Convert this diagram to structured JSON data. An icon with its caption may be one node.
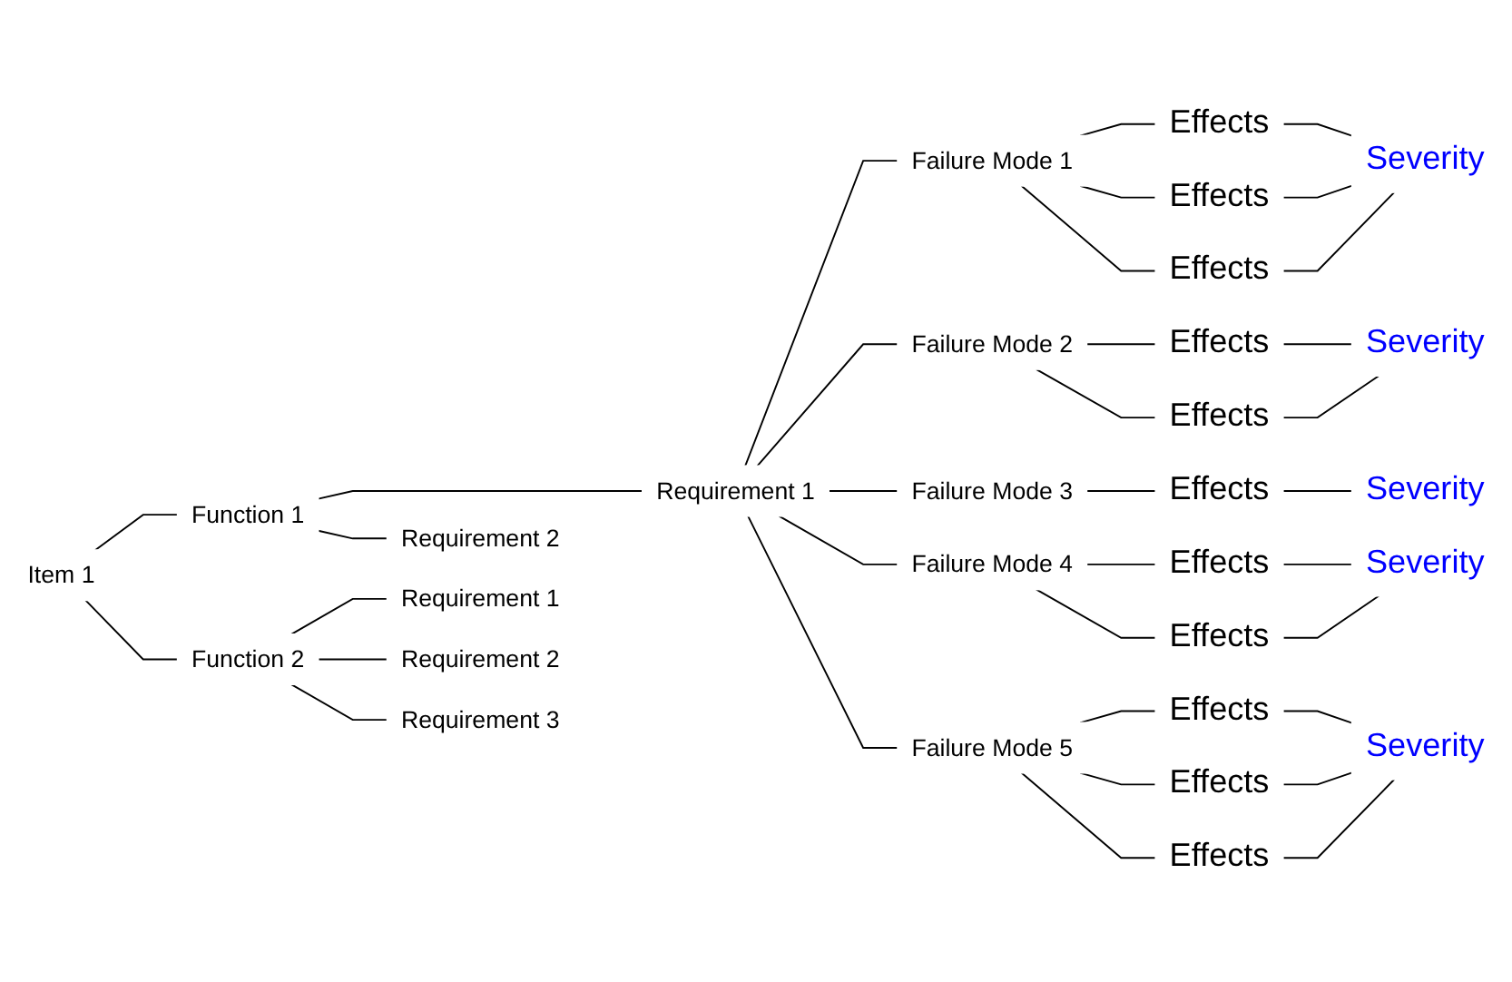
{
  "diagram": {
    "nodes": [
      {
        "text": [
          "Item 1"
        ]
      },
      {
        "text": [
          "Function 1"
        ]
      },
      {
        "text": [
          "Requirement 1"
        ]
      },
      {
        "text": [
          "Failure Mode 1"
        ]
      },
      {
        "text": [
          "Effects"
        ]
      },
      {
        "text": [
          "Effects"
        ]
      },
      {
        "text": [
          "Effects"
        ]
      },
      {
        "text": [
          "Severity"
        ]
      },
      {
        "text": [
          "Failure Mode 2"
        ]
      },
      {
        "text": [
          "Effects"
        ]
      },
      {
        "text": [
          "Effects"
        ]
      },
      {
        "text": [
          "Severity"
        ]
      },
      {
        "text": [
          "Failure Mode 3"
        ]
      },
      {
        "text": [
          "Effects"
        ]
      },
      {
        "text": [
          "Severity"
        ]
      },
      {
        "text": [
          "Failure Mode 4"
        ]
      },
      {
        "text": [
          "Effects"
        ]
      },
      {
        "text": [
          "Effects"
        ]
      },
      {
        "text": [
          "Severity"
        ]
      },
      {
        "text": [
          "Failure Mode 5"
        ]
      },
      {
        "text": [
          "Effects"
        ]
      },
      {
        "text": [
          "Effects"
        ]
      },
      {
        "text": [
          "Effects"
        ]
      },
      {
        "text": [
          "Severity"
        ]
      },
      {
        "text": [
          "Requirement 2"
        ]
      },
      {
        "text": [
          "Function 2"
        ]
      },
      {
        "text": [
          "Requirement 1"
        ]
      },
      {
        "text": [
          "Requirement 2"
        ]
      },
      {
        "text": [
          "Requirement 3"
        ]
      }
    ],
    "edges": [
      {
        "from": 0,
        "to": 1,
        "arrow": "none"
      },
      {
        "from": 1,
        "to": 2,
        "arrow": "none"
      },
      {
        "from": 2,
        "to": 3,
        "arrow": "none"
      },
      {
        "from": 3,
        "to": 4,
        "arrow": "none"
      },
      {
        "from": 3,
        "to": 5,
        "arrow": "none"
      },
      {
        "from": 3,
        "to": 6,
        "arrow": "none"
      },
      {
        "from": 4,
        "to": 7,
        "arrow": "none"
      },
      {
        "from": 5,
        "to": 7,
        "arrow": "none"
      },
      {
        "from": 6,
        "to": 7,
        "arrow": "none"
      },
      {
        "from": 2,
        "to": 8,
        "arrow": "none"
      },
      {
        "from": 8,
        "to": 9,
        "arrow": "none"
      },
      {
        "from": 8,
        "to": 10,
        "arrow": "none"
      },
      {
        "from": 9,
        "to": 11,
        "arrow": "none"
      },
      {
        "from": 10,
        "to": 11,
        "arrow": "none"
      },
      {
        "from": 2,
        "to": 12,
        "arrow": "none"
      },
      {
        "from": 12,
        "to": 13,
        "arrow": "none"
      },
      {
        "from": 13,
        "to": 14,
        "arrow": "none"
      },
      {
        "from": 2,
        "to": 15,
        "arrow": "none"
      },
      {
        "from": 15,
        "to": 16,
        "arrow": "none"
      },
      {
        "from": 15,
        "to": 17,
        "arrow": "none"
      },
      {
        "from": 16,
        "to": 18,
        "arrow": "none"
      },
      {
        "from": 17,
        "to": 18,
        "arrow": "none"
      },
      {
        "from": 2,
        "to": 19,
        "arrow": "none"
      },
      {
        "from": 19,
        "to": 20,
        "arrow": "none"
      },
      {
        "from": 19,
        "to": 21,
        "arrow": "none"
      },
      {
        "from": 19,
        "to": 22,
        "arrow": "none"
      },
      {
        "from": 20,
        "to": 23,
        "arrow": "none"
      },
      {
        "from": 21,
        "to": 23,
        "arrow": "none"
      },
      {
        "from": 22,
        "to": 23,
        "arrow": "none"
      },
      {
        "from": 1,
        "to": 24,
        "arrow": "none"
      },
      {
        "from": 0,
        "to": 25,
        "arrow": "none"
      },
      {
        "from": 25,
        "to": 26,
        "arrow": "none"
      },
      {
        "from": 25,
        "to": 27,
        "arrow": "none"
      },
      {
        "from": 25,
        "to": 28,
        "arrow": "none"
      }
    ]
  }
}
